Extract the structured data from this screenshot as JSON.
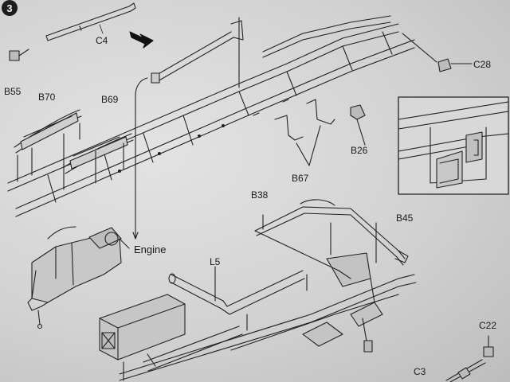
{
  "step": {
    "number": "3"
  },
  "labels": {
    "c4": "C4",
    "b55": "B55",
    "b70": "B70",
    "b69": "B69",
    "c28": "C28",
    "b26": "B26",
    "b67": "B67",
    "b38": "B38",
    "b45": "B45",
    "engine": "Engine",
    "l5": "L5",
    "c22": "C22",
    "c3": "C3"
  },
  "icons": {
    "direction": "arrow-right-down-icon",
    "detail": "detail-inset-icon"
  },
  "colors": {
    "ink": "#222222",
    "paper": "#d6d6d6"
  }
}
